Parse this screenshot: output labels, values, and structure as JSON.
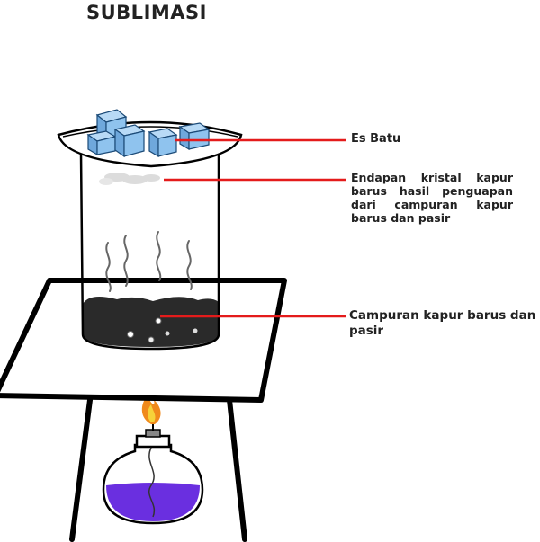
{
  "title": "SUBLIMASI",
  "labels": {
    "es_batu": "Es Batu",
    "endapan": "Endapan kristal kapur barus hasil penguapan dari campuran kapur barus dan pasir",
    "campuran": "Campuran kapur barus dan pasir"
  },
  "colors": {
    "ice": "#8fc3ee",
    "leader_line": "#e41b1b",
    "mixture": "#2a2a2a",
    "spirit": "#6a2fe0",
    "flame_outer": "#f08a1c",
    "flame_inner": "#f6d23a",
    "deposit": "#dcdcdc"
  }
}
